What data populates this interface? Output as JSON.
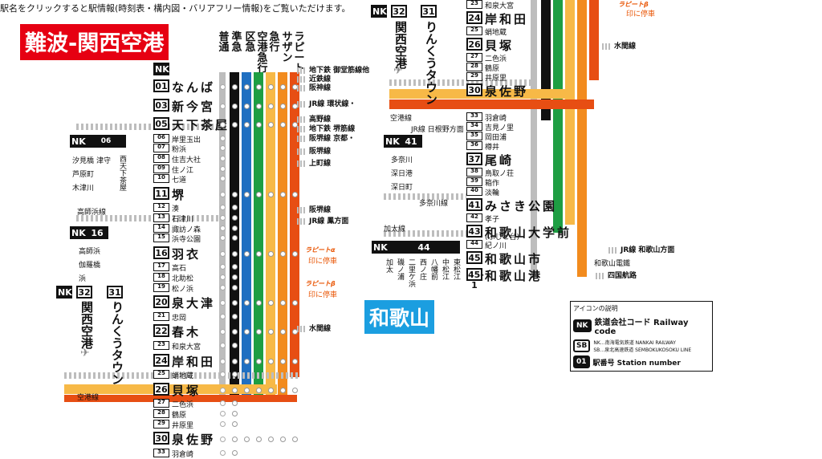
{
  "top_note": "駅名をクリックすると駅情報(時刻表・構内図・バリアフリー情報)をご覧いただけます。",
  "areas": {
    "namba": "難波-関西空港",
    "wakayama": "和歌山"
  },
  "train_types": [
    "普通",
    "準急",
    "区急",
    "空港急行",
    "急行",
    "サザン",
    "ラピート"
  ],
  "colors": {
    "futsu": "#bdbdbd",
    "junkyu": "#111111",
    "kukyu": "#1f6fc1",
    "kuko": "#1e9e43",
    "kyuko": "#f7b947",
    "southern": "#f28b1e",
    "rapit": "#e74e13"
  },
  "main_stations": [
    {
      "no": "01",
      "name": "なんば",
      "big": true
    },
    {
      "no": "03",
      "name": "新今宮",
      "big": true
    },
    {
      "no": "05",
      "name": "天下茶屋",
      "big": true
    },
    {
      "no": "06",
      "name": "岸里玉出",
      "big": false
    },
    {
      "no": "07",
      "name": "粉浜",
      "big": false
    },
    {
      "no": "08",
      "name": "住吉大社",
      "big": false
    },
    {
      "no": "09",
      "name": "住ノ江",
      "big": false
    },
    {
      "no": "10",
      "name": "七道",
      "big": false
    },
    {
      "no": "11",
      "name": "堺",
      "big": true
    },
    {
      "no": "12",
      "name": "湊",
      "big": false
    },
    {
      "no": "13",
      "name": "石津川",
      "big": false
    },
    {
      "no": "14",
      "name": "諏訪ノ森",
      "big": false
    },
    {
      "no": "15",
      "name": "浜寺公園",
      "big": false
    },
    {
      "no": "16",
      "name": "羽衣",
      "big": true
    },
    {
      "no": "17",
      "name": "高石",
      "big": false
    },
    {
      "no": "18",
      "name": "北助松",
      "big": false
    },
    {
      "no": "19",
      "name": "松ノ浜",
      "big": false
    },
    {
      "no": "20",
      "name": "泉大津",
      "big": true
    },
    {
      "no": "21",
      "name": "忠岡",
      "big": false
    },
    {
      "no": "22",
      "name": "春木",
      "big": true
    },
    {
      "no": "23",
      "name": "和泉大宮",
      "big": false
    },
    {
      "no": "24",
      "name": "岸和田",
      "big": true
    },
    {
      "no": "25",
      "name": "蛸地蔵",
      "big": false
    },
    {
      "no": "26",
      "name": "貝塚",
      "big": true
    },
    {
      "no": "27",
      "name": "二色浜",
      "big": false
    },
    {
      "no": "28",
      "name": "鶴原",
      "big": false
    },
    {
      "no": "29",
      "name": "井原里",
      "big": false
    },
    {
      "no": "30",
      "name": "泉佐野",
      "big": true
    },
    {
      "no": "33",
      "name": "羽倉崎",
      "big": false
    }
  ],
  "right_top": [
    {
      "no": "23",
      "name": "和泉大宮",
      "big": false
    },
    {
      "no": "24",
      "name": "岸和田",
      "big": true
    },
    {
      "no": "25",
      "name": "蛸地蔵",
      "big": false
    },
    {
      "no": "26",
      "name": "貝塚",
      "big": true
    },
    {
      "no": "27",
      "name": "二色浜",
      "big": false
    },
    {
      "no": "28",
      "name": "鶴原",
      "big": false
    },
    {
      "no": "29",
      "name": "井原里",
      "big": false
    },
    {
      "no": "30",
      "name": "泉佐野",
      "big": true
    }
  ],
  "right_lower": [
    {
      "no": "33",
      "name": "羽倉崎",
      "big": false
    },
    {
      "no": "34",
      "name": "吉見ノ里",
      "big": false
    },
    {
      "no": "35",
      "name": "岡田浦",
      "big": false
    },
    {
      "no": "36",
      "name": "樽井",
      "big": false
    },
    {
      "no": "37",
      "name": "尾崎",
      "big": true
    },
    {
      "no": "38",
      "name": "鳥取ノ荘",
      "big": false
    },
    {
      "no": "39",
      "name": "箱作",
      "big": false
    },
    {
      "no": "40",
      "name": "淡輪",
      "big": false
    },
    {
      "no": "41",
      "name": "みさき公園",
      "big": true
    },
    {
      "no": "42",
      "name": "孝子",
      "big": false
    },
    {
      "no": "43",
      "name": "和歌山大学前",
      "big": true
    },
    {
      "no": "44",
      "name": "紀ノ川",
      "big": false
    },
    {
      "no": "45",
      "name": "和歌山市",
      "big": true
    },
    {
      "no": "45-1",
      "name": "和歌山港",
      "big": true
    }
  ],
  "right_sub": {
    "daigaku_sub": "(ふじと台)"
  },
  "transfers_left": {
    "namba": [
      "地下鉄 御堂筋線他",
      "近鉄線",
      "阪神線"
    ],
    "shinimamiya": "JR線 環状線・",
    "tengachaya": [
      "高野線",
      "地下鉄 堺筋線",
      "阪堺線 京都・"
    ],
    "shichido_hankai": "阪堺線",
    "shichido_ue": "上町線",
    "hamadera_hankai": "阪堺線",
    "hagoromo_jr": "JR線 鳳方面",
    "kaizuka": "水間線"
  },
  "transfers_right": {
    "kaizuka": "水間線",
    "wakayamashi_jr": "JR線 和歌山方面",
    "kishigawa": "和歌山電鐵",
    "shikoku": "四国航路",
    "hineno": "JR線 日根野方面"
  },
  "branches": {
    "koya": {
      "code": "06",
      "stations": [
        "汐見橋",
        "芦原町",
        "木津川",
        "津守",
        "西天下茶屋"
      ]
    },
    "takashinohama": {
      "label": "高師浜線",
      "code": "16",
      "stations": [
        "高師浜",
        "伽羅橋",
        "浜"
      ]
    },
    "tanagawa": {
      "code": "41",
      "stations": [
        "多奈川",
        "深日港",
        "深日町"
      ],
      "label": "多奈川線"
    },
    "kada": {
      "label": "加太線",
      "code": "44",
      "stations": [
        "加太",
        "磯ノ浦",
        "二里ケ浜",
        "西ノ庄",
        "八幡前",
        "中松江",
        "東松江"
      ]
    },
    "kuko_line": "空港線",
    "kuko_line_r": "空港線",
    "kansai_l": {
      "n1": "32",
      "n2": "31",
      "a": "関西空港",
      "b": "りんくうタウン"
    },
    "kansai_r": {
      "n1": "32",
      "n2": "31",
      "a": "関西空港",
      "b": "りんくうタウン"
    }
  },
  "rapit": {
    "a": "ラピートα",
    "b": "ラピートβ",
    "stop": "印に停車"
  },
  "legend": {
    "title": "アイコンの説明",
    "company": "鉄道会社コード Railway code",
    "nk": "NK…南海電気鉄道 NANKAI RAILWAY",
    "sb": "SB…泉北高速鉄道 SEMBOKUKOSOKU LINE",
    "station_no": "駅番号 Station number",
    "badge_nk": "NK",
    "badge_sb": "SB",
    "badge_no": "01"
  },
  "nk_badge": "NK"
}
